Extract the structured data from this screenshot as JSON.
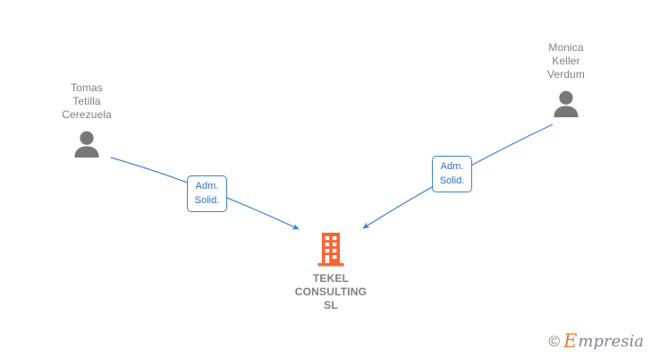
{
  "graph": {
    "background_color": "#ffffff",
    "edge_color": "#3d7fd0",
    "person_color": "#777777",
    "company_color": "#fa6432",
    "label_text_color": "#2f6fc4",
    "node_text_color": "#808080",
    "nodes": {
      "person_left": {
        "name": "Tomas\nTetilla\nCerezuela",
        "icon": "person-icon"
      },
      "person_right": {
        "name": "Monica\nKeller\nVerdum",
        "icon": "person-icon"
      },
      "company": {
        "name": "TEKEL\nCONSULTING\nSL",
        "icon": "building-icon"
      }
    },
    "edges": [
      {
        "from": "person_left",
        "to": "company",
        "label": "Adm.\nSolid."
      },
      {
        "from": "person_right",
        "to": "company",
        "label": "Adm.\nSolid."
      }
    ]
  },
  "watermark": {
    "copyright": "©",
    "brand_initial": "E",
    "brand_rest": "mpresia"
  }
}
